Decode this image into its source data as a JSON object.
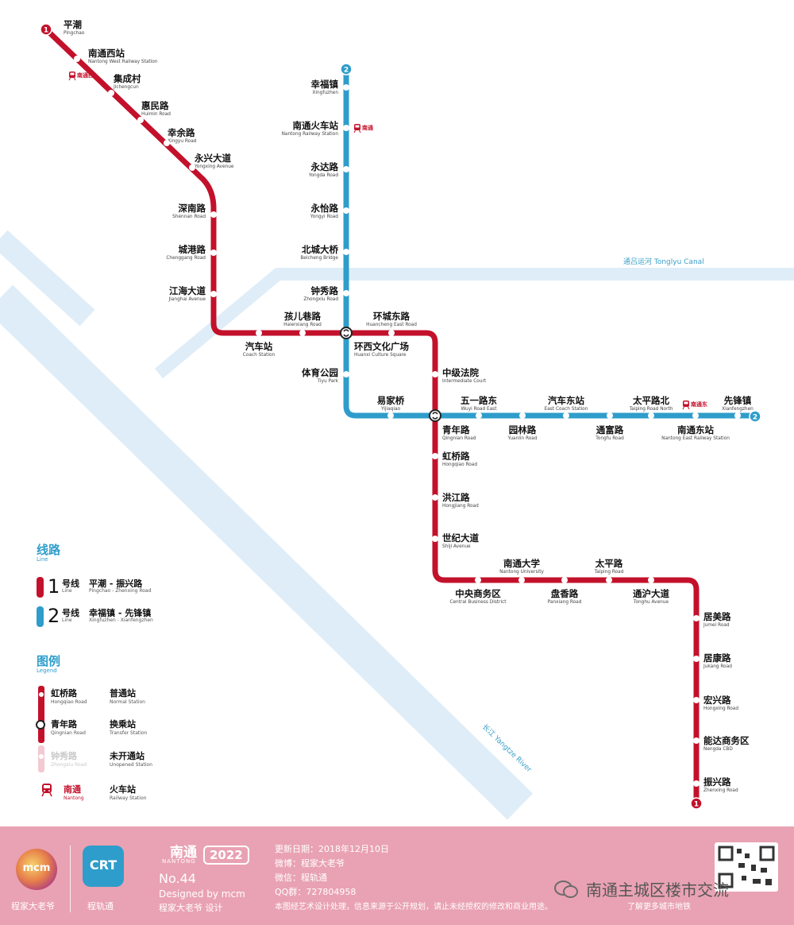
{
  "map": {
    "line1_color": "#c3112b",
    "line2_color": "#2e9dcb",
    "river_color": "#deedf8",
    "canal_label": "通吕运河 Tonglyu Canal",
    "river_label": "长江 Yangtze River",
    "line1_badge": "1",
    "line2_badge": "2",
    "railway_badges": [
      {
        "label": "南通西",
        "icon": "train-icon"
      },
      {
        "label": "南通",
        "icon": "train-icon"
      },
      {
        "label": "南通东",
        "icon": "train-icon"
      }
    ],
    "line1_stations": [
      {
        "zh": "平潮",
        "en": "Pingchao"
      },
      {
        "zh": "南通西站",
        "en": "Nantong West Railway Station"
      },
      {
        "zh": "集成村",
        "en": "Jichengcun"
      },
      {
        "zh": "惠民路",
        "en": "Huimin Road"
      },
      {
        "zh": "幸余路",
        "en": "Xingyu Road"
      },
      {
        "zh": "永兴大道",
        "en": "Yongxing Avenue"
      },
      {
        "zh": "深南路",
        "en": "Shennan Road"
      },
      {
        "zh": "城港路",
        "en": "Chenggang Road"
      },
      {
        "zh": "江海大道",
        "en": "Jianghai Avenue"
      },
      {
        "zh": "汽车站",
        "en": "Coach Station"
      },
      {
        "zh": "孩儿巷路",
        "en": "Haierxiang Road"
      },
      {
        "zh": "环城东路",
        "en": "Huancheng East Road"
      },
      {
        "zh": "中级法院",
        "en": "Intermediate Court"
      },
      {
        "zh": "虹桥路",
        "en": "Hongqiao Road"
      },
      {
        "zh": "洪江路",
        "en": "Hongjiang Road"
      },
      {
        "zh": "世纪大道",
        "en": "Shiji Avenue"
      },
      {
        "zh": "中央商务区",
        "en": "Central Business District"
      },
      {
        "zh": "南通大学",
        "en": "Nantong University"
      },
      {
        "zh": "盘香路",
        "en": "Panxiang Road"
      },
      {
        "zh": "太平路",
        "en": "Taiping Road"
      },
      {
        "zh": "通沪大道",
        "en": "Tonghu Avenue"
      },
      {
        "zh": "居美路",
        "en": "Jumei Road"
      },
      {
        "zh": "居康路",
        "en": "Jukang Road"
      },
      {
        "zh": "宏兴路",
        "en": "Hongxing Road"
      },
      {
        "zh": "能达商务区",
        "en": "Nengda CBD"
      },
      {
        "zh": "振兴路",
        "en": "Zhenxing Road"
      }
    ],
    "line2_stations": [
      {
        "zh": "幸福镇",
        "en": "Xingfuzhen"
      },
      {
        "zh": "南通火车站",
        "en": "Nantong Railway Station"
      },
      {
        "zh": "永达路",
        "en": "Yongda Road"
      },
      {
        "zh": "永怡路",
        "en": "Yongyi Road"
      },
      {
        "zh": "北城大桥",
        "en": "Beicheng Bridge"
      },
      {
        "zh": "钟秀路",
        "en": "Zhongxiu Road"
      },
      {
        "zh": "环西文化广场",
        "en": "Huanxi Culture Square"
      },
      {
        "zh": "体育公园",
        "en": "Tiyu Park"
      },
      {
        "zh": "易家桥",
        "en": "Yijiaqiao"
      },
      {
        "zh": "青年路",
        "en": "Qingnian Road"
      },
      {
        "zh": "五一路东",
        "en": "Wuyi Road East"
      },
      {
        "zh": "园林路",
        "en": "Yuanlin Road"
      },
      {
        "zh": "汽车东站",
        "en": "East Coach Station"
      },
      {
        "zh": "通富路",
        "en": "Tongfu Road"
      },
      {
        "zh": "太平路北",
        "en": "Taiping Road North"
      },
      {
        "zh": "南通东站",
        "en": "Nantong East Railway Station"
      },
      {
        "zh": "先锋镇",
        "en": "Xianfengzhen"
      }
    ]
  },
  "legend": {
    "line_title_zh": "线路",
    "line_title_en": "Line",
    "lines": [
      {
        "num": "1",
        "suffix_zh": "号线",
        "suffix_en": "Line",
        "route_zh": "平潮 - 振兴路",
        "route_en": "Pingchao - Zhenxing Road",
        "color": "#c3112b"
      },
      {
        "num": "2",
        "suffix_zh": "号线",
        "suffix_en": "Line",
        "route_zh": "幸福镇 - 先锋镇",
        "route_en": "Xingfuzhen - Xianfengzhen",
        "color": "#2e9dcb"
      }
    ],
    "key_title_zh": "图例",
    "key_title_en": "Legend",
    "items": [
      {
        "sample_zh": "虹桥路",
        "sample_en": "Hongqiao Road",
        "label_zh": "普通站",
        "label_en": "Normal Station"
      },
      {
        "sample_zh": "青年路",
        "sample_en": "Qingnian Road",
        "label_zh": "换乘站",
        "label_en": "Transfer Station"
      },
      {
        "sample_zh": "钟秀路",
        "sample_en": "Zhongxiu Road",
        "label_zh": "未开通站",
        "label_en": "Unopened Station"
      },
      {
        "sample_zh": "南通",
        "sample_en": "Nantong",
        "label_zh": "火车站",
        "label_en": "Railway Station"
      }
    ]
  },
  "footer": {
    "logo1_text": "mcm",
    "logo1_caption": "程家大老爷",
    "logo2_text": "CRT",
    "logo2_caption": "程轨通",
    "city_zh": "南通",
    "city_en": "NANTONG",
    "year": "2022",
    "issue": "No.44",
    "designed_by": "Designed by mcm",
    "designer_line": "程家大老爷 设计",
    "update_label": "更新日期：",
    "update_date": "2018年12月10日",
    "weibo_label": "微博：",
    "weibo_value": "程家大老爷",
    "wechat_label": "微信：",
    "wechat_value": "程轨通",
    "qq_label": "QQ群：",
    "qq_value": "727804958",
    "disclaimer": "本图经艺术设计处理，信息来源于公开规划，请止未经授权的修改和商业用途。",
    "more": "了解更多城市地铁",
    "watermark": "南通主城区楼市交流"
  }
}
